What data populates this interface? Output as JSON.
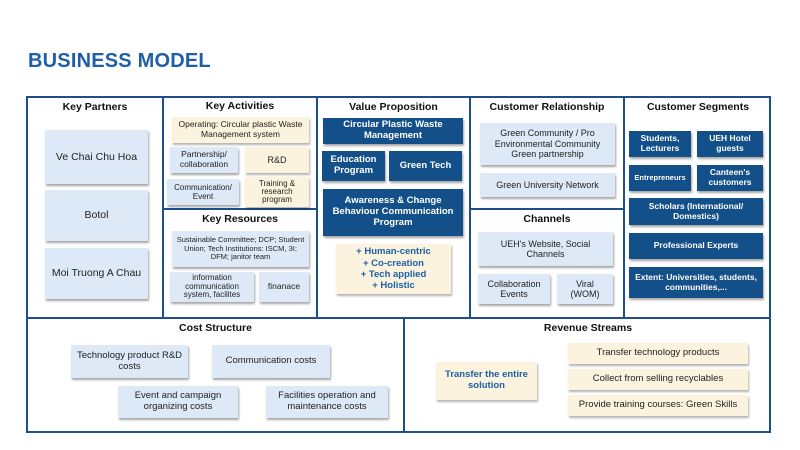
{
  "title": "BUSINESS MODEL",
  "key_partners": {
    "header": "Key Partners",
    "items": [
      "Ve Chai Chu Hoa",
      "Botol",
      "Moi Truong A Chau"
    ]
  },
  "key_activities": {
    "header": "Key Activities",
    "operating": "Operating: Circular plastic Waste Management system",
    "partnership": "Partnership/ collaboration",
    "rd": "R&D",
    "communication": "Communication/ Event",
    "training": "Training & research program"
  },
  "key_resources": {
    "header": "Key Resources",
    "committees": "Sustainable Committee; DCP; Student Union; Tech Institutions: ISCM, 3I; DFM; janitor team",
    "info_system": "information communication system, facilites",
    "finance": "finanace"
  },
  "value_proposition": {
    "header": "Value Proposition",
    "circular": "Circular Plastic Waste Management",
    "education": "Education Program",
    "green_tech": "Green Tech",
    "awareness": "Awareness & Change Behaviour Communication Program",
    "values": [
      "+ Human-centric",
      "+ Co-creation",
      "+ Tech applied",
      "+ Holistic"
    ]
  },
  "customer_relationship": {
    "header": "Customer Relationship",
    "community": "Green Community / Pro Environmental Community Green partnership",
    "network": "Green University Network"
  },
  "channels": {
    "header": "Channels",
    "website": "UEH's Website, Social Channels",
    "events": "Collaboration Events",
    "viral": "Viral (WOM)"
  },
  "customer_segments": {
    "header": "Customer Segments",
    "students": "Students, Lecturers",
    "hotel": "UEH Hotel guests",
    "entrepreneurs": "Entrepreneurs",
    "canteen": "Canteen's customers",
    "scholars": "Scholars (International/ Domestics)",
    "experts": "Professional Experts",
    "extent": "Extent: Universities, students, communities,..."
  },
  "cost_structure": {
    "header": "Cost Structure",
    "tech_rd": "Technology product R&D costs",
    "communication": "Communication costs",
    "events": "Event and campaign organizing costs",
    "facilities": "Facilities operation and maintenance costs"
  },
  "revenue_streams": {
    "header": "Revenue Streams",
    "solution": "Transfer the entire solution",
    "items": [
      "Transfer technology products",
      "Collect from selling recyclables",
      "Provide training courses: Green Skills"
    ]
  }
}
